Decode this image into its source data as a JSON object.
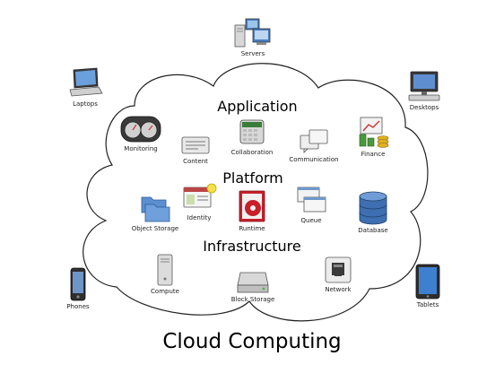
{
  "title": "Cloud Computing",
  "sections": {
    "application": "Application",
    "platform": "Platform",
    "infrastructure": "Infrastructure"
  },
  "devices": {
    "servers": "Servers",
    "laptops": "Laptops",
    "desktops": "Desktops",
    "phones": "Phones",
    "tablets": "Tablets"
  },
  "application_items": {
    "monitoring": "Monitoring",
    "content": "Content",
    "collaboration": "Collaboration",
    "communication": "Communication",
    "finance": "Finance"
  },
  "platform_items": {
    "object_storage": "Object Storage",
    "identity": "Identity",
    "runtime": "Runtime",
    "queue": "Queue",
    "database": "Database"
  },
  "infrastructure_items": {
    "compute": "Compute",
    "block_storage": "Block Storage",
    "network": "Network"
  },
  "colors": {
    "cloud_outline": "#222222",
    "folder_blue": "#5b8fd0",
    "database_blue": "#3e6fb0",
    "runtime_red": "#c8202a",
    "finance_green": "#4a9a3a",
    "finance_gold": "#e0b020"
  }
}
